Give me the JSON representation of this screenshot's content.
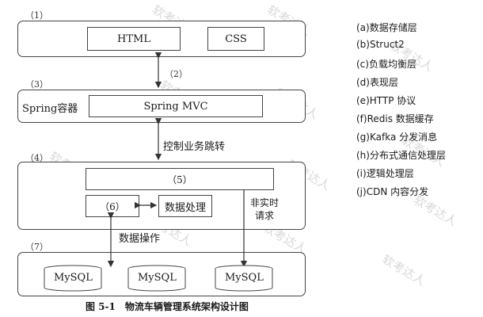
{
  "diagram": {
    "layer1": {
      "num": "（1）",
      "html": "HTML",
      "css": "CSS"
    },
    "arrow2": {
      "num": "（2）"
    },
    "layer3": {
      "num": "（3）",
      "container": "Spring容器",
      "mvc": "Spring MVC"
    },
    "arrow_control": {
      "label": "控制业务跳转"
    },
    "layer4": {
      "num": "（4）",
      "box5": "（5）",
      "box6": "（6）",
      "processing": "数据处理",
      "async_label_line1": "非实时",
      "async_label_line2": "请求"
    },
    "arrow_data": {
      "label": "数据操作"
    },
    "layer7": {
      "num": "（7）",
      "db1": "MySQL",
      "db2": "MySQL",
      "db3": "MySQL"
    },
    "caption": "图 5-1　物流车辆管理系统架构设计图"
  },
  "options": [
    "(a)数据存储层",
    "(b)Struct2",
    "(c)负载均衡层",
    "(d)表现层",
    "(e)HTTP 协议",
    "(f)Redis 数据缓存",
    "(g)Kafka 分发消息",
    "(h)分布式通信处理层",
    "(i)逻辑处理层",
    "(j)CDN 内容分发"
  ],
  "watermark": "软考达人"
}
